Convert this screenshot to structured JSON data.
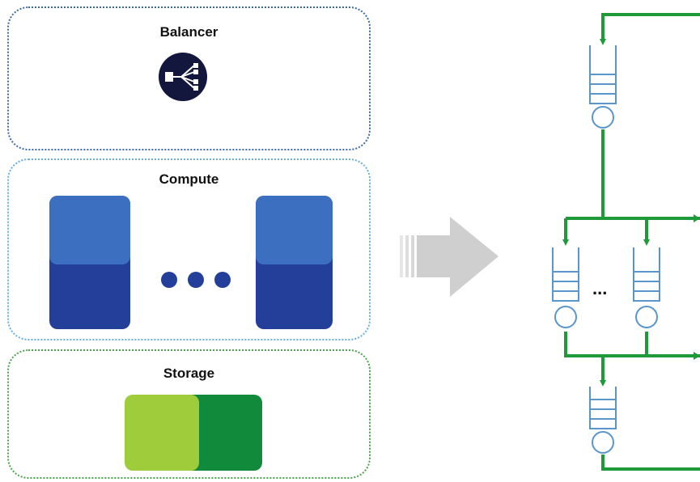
{
  "panels": {
    "balancer": {
      "title": "Balancer",
      "icon": "load-balancer-icon"
    },
    "compute": {
      "title": "Compute",
      "icon": "server-icon",
      "ellipsis_icon": "ellipsis-dots-icon"
    },
    "storage": {
      "title": "Storage",
      "icon": "storage-icon"
    }
  },
  "transform_arrow": {
    "icon": "right-arrow-icon"
  },
  "queue_network": {
    "ellipsis": "...",
    "queue_icon": "queue-server-icon"
  },
  "colors": {
    "balancer_border": "#3b6aa8",
    "compute_border": "#6aaee0",
    "storage_border": "#4aa34a",
    "balancer_icon_bg": "#13173d",
    "server_top": "#3c6fc0",
    "server_bottom": "#233f99",
    "storage_light": "#9fcc3b",
    "storage_dark": "#128a3b",
    "network_line": "#1f9a3a",
    "queue_outline": "#5a95cc",
    "arrow_gray": "#cfcfcf"
  }
}
